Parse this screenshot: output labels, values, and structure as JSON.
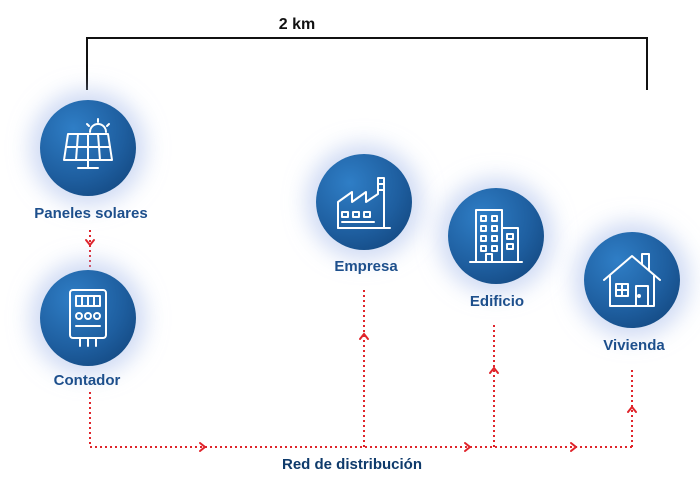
{
  "distance_label": "2 km",
  "network_label": "Red de distribución",
  "nodes": {
    "solar": {
      "label": "Paneles solares",
      "icon": "solar-panel-icon"
    },
    "meter": {
      "label": "Contador",
      "icon": "electric-meter-icon"
    },
    "company": {
      "label": "Empresa",
      "icon": "factory-icon"
    },
    "building": {
      "label": "Edificio",
      "icon": "building-icon"
    },
    "house": {
      "label": "Vivienda",
      "icon": "house-icon"
    }
  },
  "colors": {
    "node_fill": "#1e5e9f",
    "label_text": "#1d4f8c",
    "flow_line": "#e0242b",
    "bracket_line": "#111111"
  }
}
